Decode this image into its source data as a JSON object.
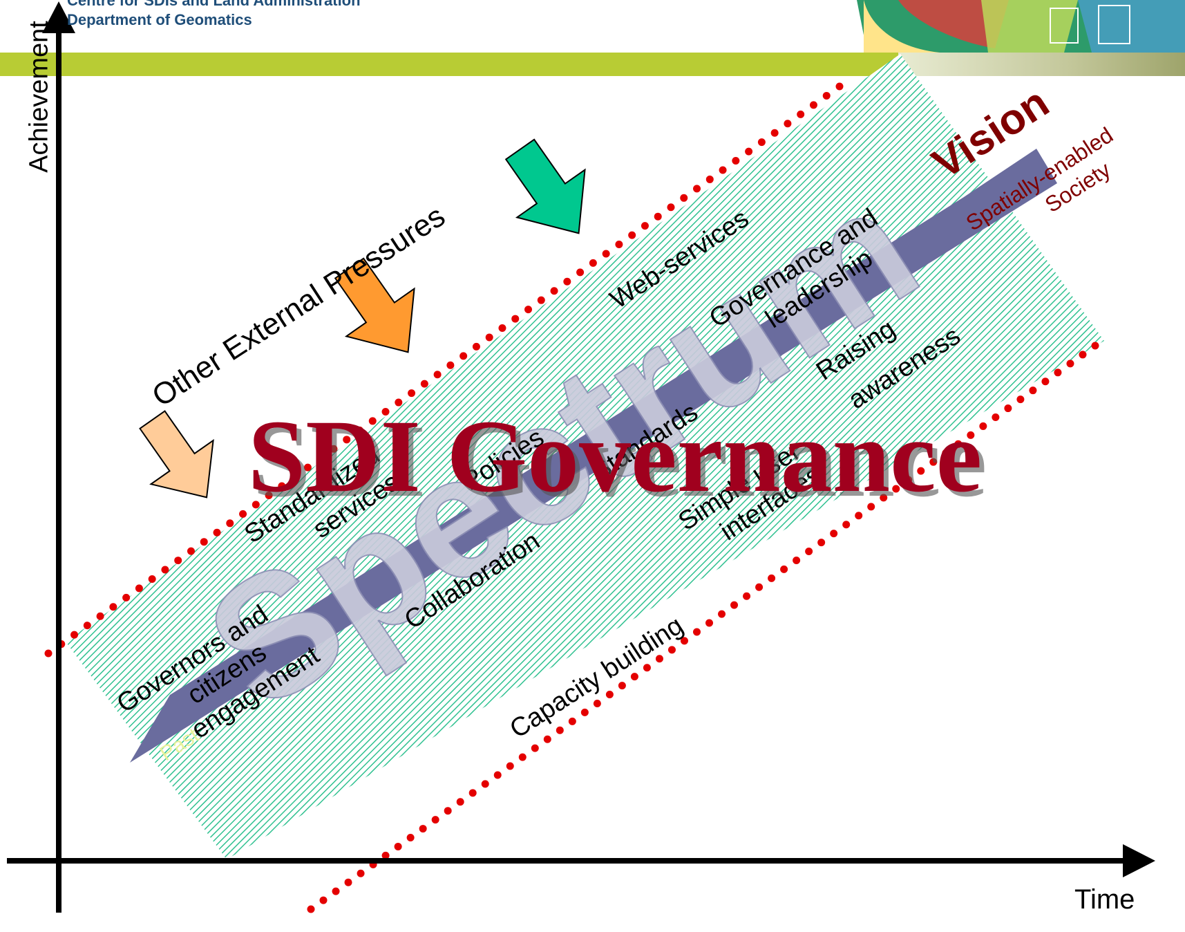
{
  "header": {
    "centre": "Centre for SDIs and Land Administration",
    "department": "Department of Geomatics"
  },
  "axes": {
    "y_label": "Achievement",
    "x_label": "Time"
  },
  "diagram": {
    "title": "SDI Governance",
    "watermark": "Spectrum",
    "external_pressures": "Other External Pressures",
    "vision": "Vision",
    "vision_sub": [
      "Spatially-enabled",
      "Society"
    ],
    "past": "Past",
    "items": {
      "governors": [
        "Governors and",
        "citizens",
        "engagement"
      ],
      "standardized": [
        "Standardized",
        "services"
      ],
      "policies": "Policies",
      "standards": "Standards",
      "web_services": "Web-services",
      "governance": [
        "Governance and",
        "leadership"
      ],
      "raising": [
        "Raising",
        "awareness"
      ],
      "simple_ui": [
        "Simple user",
        "interfaces"
      ],
      "collaboration": "Collaboration",
      "capacity": "Capacity building"
    }
  },
  "colors": {
    "accent_bar": "#b8cc34",
    "band_stripe": "#2fc190",
    "title_red": "#a0001e",
    "vision_red": "#7f0000",
    "arrow_body": "#6a6c9e",
    "arrow_green": "#00c88f",
    "arrow_orange": "#ff9a30",
    "arrow_peach": "#ffcc99",
    "dots": "#e40000"
  }
}
